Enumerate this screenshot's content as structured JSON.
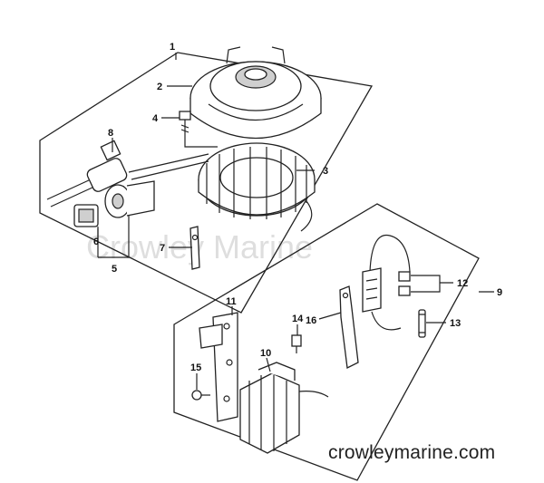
{
  "diagram": {
    "callouts": [
      "1",
      "2",
      "3",
      "4",
      "5",
      "6",
      "7",
      "8",
      "9",
      "10",
      "11",
      "12",
      "13",
      "14",
      "15",
      "16"
    ],
    "watermark": "Crowley Marine",
    "site_label": "crowleymarine.com"
  }
}
